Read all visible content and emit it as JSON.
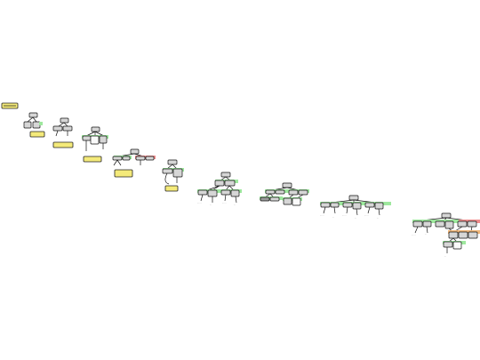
{
  "colors": {
    "node": "#d6d6d6",
    "node_dark": "#9a9a9a",
    "note": "#f4ea7a",
    "valid": "#9ee89e",
    "invalid": "#ee8c8c",
    "warning": "#f1b77a",
    "edge": "#111111"
  },
  "legend": "key: node, valid, invalid, pending",
  "stages": 12,
  "notes": [
    {
      "id": "note-1"
    },
    {
      "id": "note-2"
    },
    {
      "id": "note-3"
    },
    {
      "id": "note-4"
    },
    {
      "id": "note-5"
    },
    {
      "id": "note-6"
    }
  ]
}
